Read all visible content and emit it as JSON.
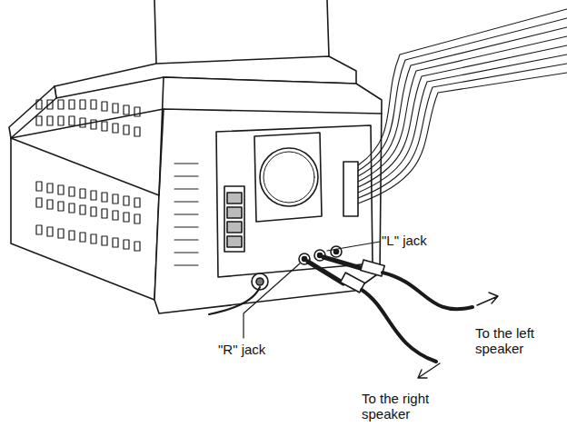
{
  "diagram": {
    "labels": [
      "\"L\" jack",
      "\"R\" jack",
      "To the left speaker",
      "To the right speaker"
    ]
  }
}
